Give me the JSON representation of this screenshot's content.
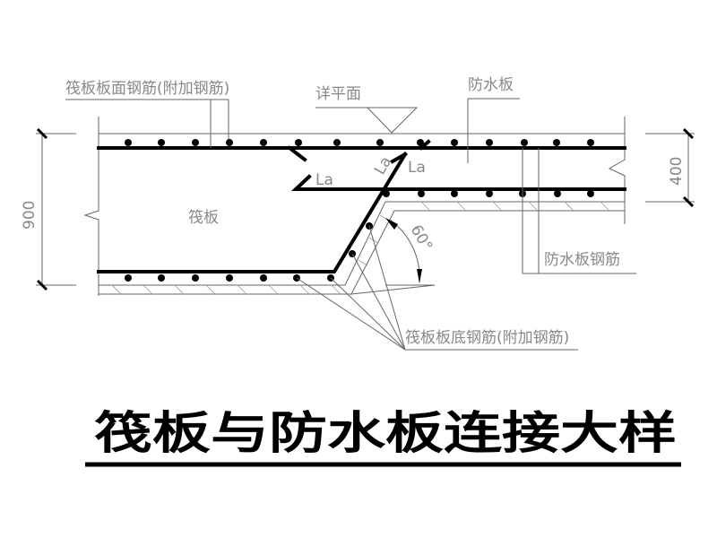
{
  "title": "筏板与防水板连接大样",
  "labels": {
    "raft_top_rebar": "筏板板面钢筋(附加钢筋)",
    "see_plan": "详平面",
    "waterproof_slab": "防水板",
    "raft": "筏板",
    "waterproof_rebar": "防水板钢筋",
    "raft_bottom_rebar": "筏板板底钢筋(附加钢筋)",
    "anchor_1": "La",
    "anchor_2": "La",
    "anchor_3": "La",
    "angle": "60°"
  },
  "dimensions": {
    "raft_thickness": "900",
    "slab_thickness": "400"
  },
  "colors": {
    "line": "#666666",
    "rebar": "#000000",
    "text": "#888888"
  }
}
